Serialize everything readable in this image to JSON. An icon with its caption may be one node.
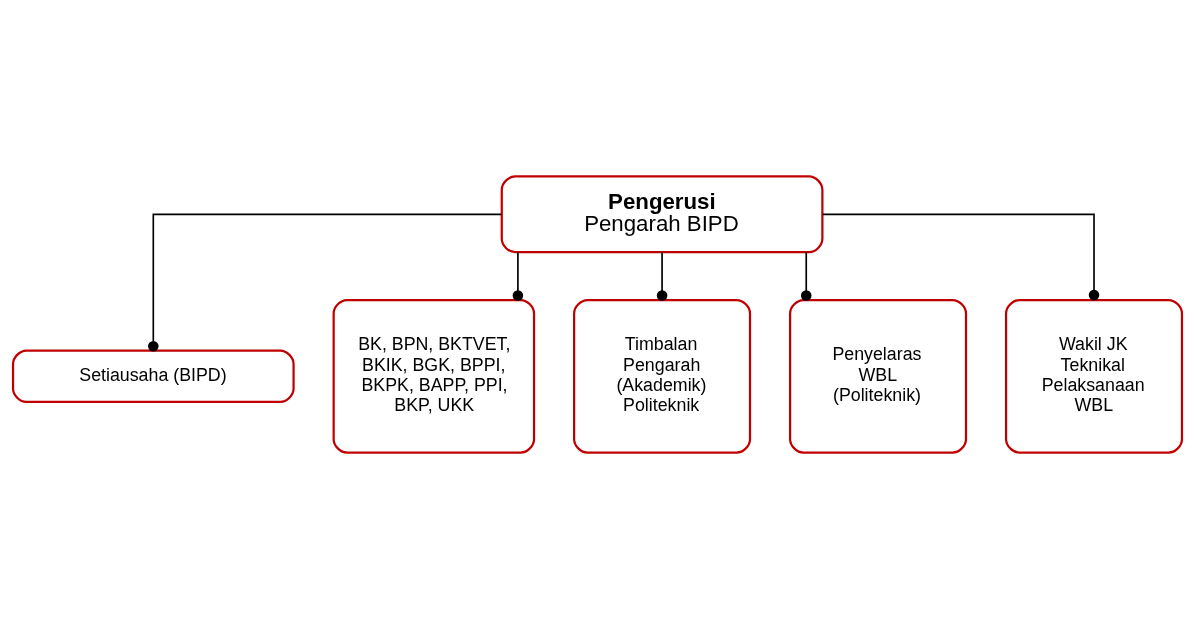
{
  "diagram": {
    "nodes": [
      {
        "text": [
          "Pengerusi",
          "Pengarah BIPD"
        ]
      },
      {
        "text": [
          "Setiausaha (BIPD)"
        ]
      },
      {
        "text": [
          "BK, BPN, BKTVET, BKIK, BGK, BPPI, BKPK, BAPP, PPI, BKP, UKK"
        ]
      },
      {
        "text": [
          "Timbalan Pengarah (Akademik) Politeknik"
        ]
      },
      {
        "text": [
          "Penyelaras WBL (Politeknik)"
        ]
      },
      {
        "text": [
          "Wakil JK Teknikal Pelaksanaan WBL"
        ]
      }
    ],
    "edges": [
      {
        "from": 0,
        "to": 1,
        "arrow": "other"
      },
      {
        "from": 0,
        "to": 2,
        "arrow": "other"
      },
      {
        "from": 0,
        "to": 3,
        "arrow": "other"
      },
      {
        "from": 0,
        "to": 4,
        "arrow": "other"
      },
      {
        "from": 0,
        "to": 5,
        "arrow": "other"
      }
    ]
  }
}
